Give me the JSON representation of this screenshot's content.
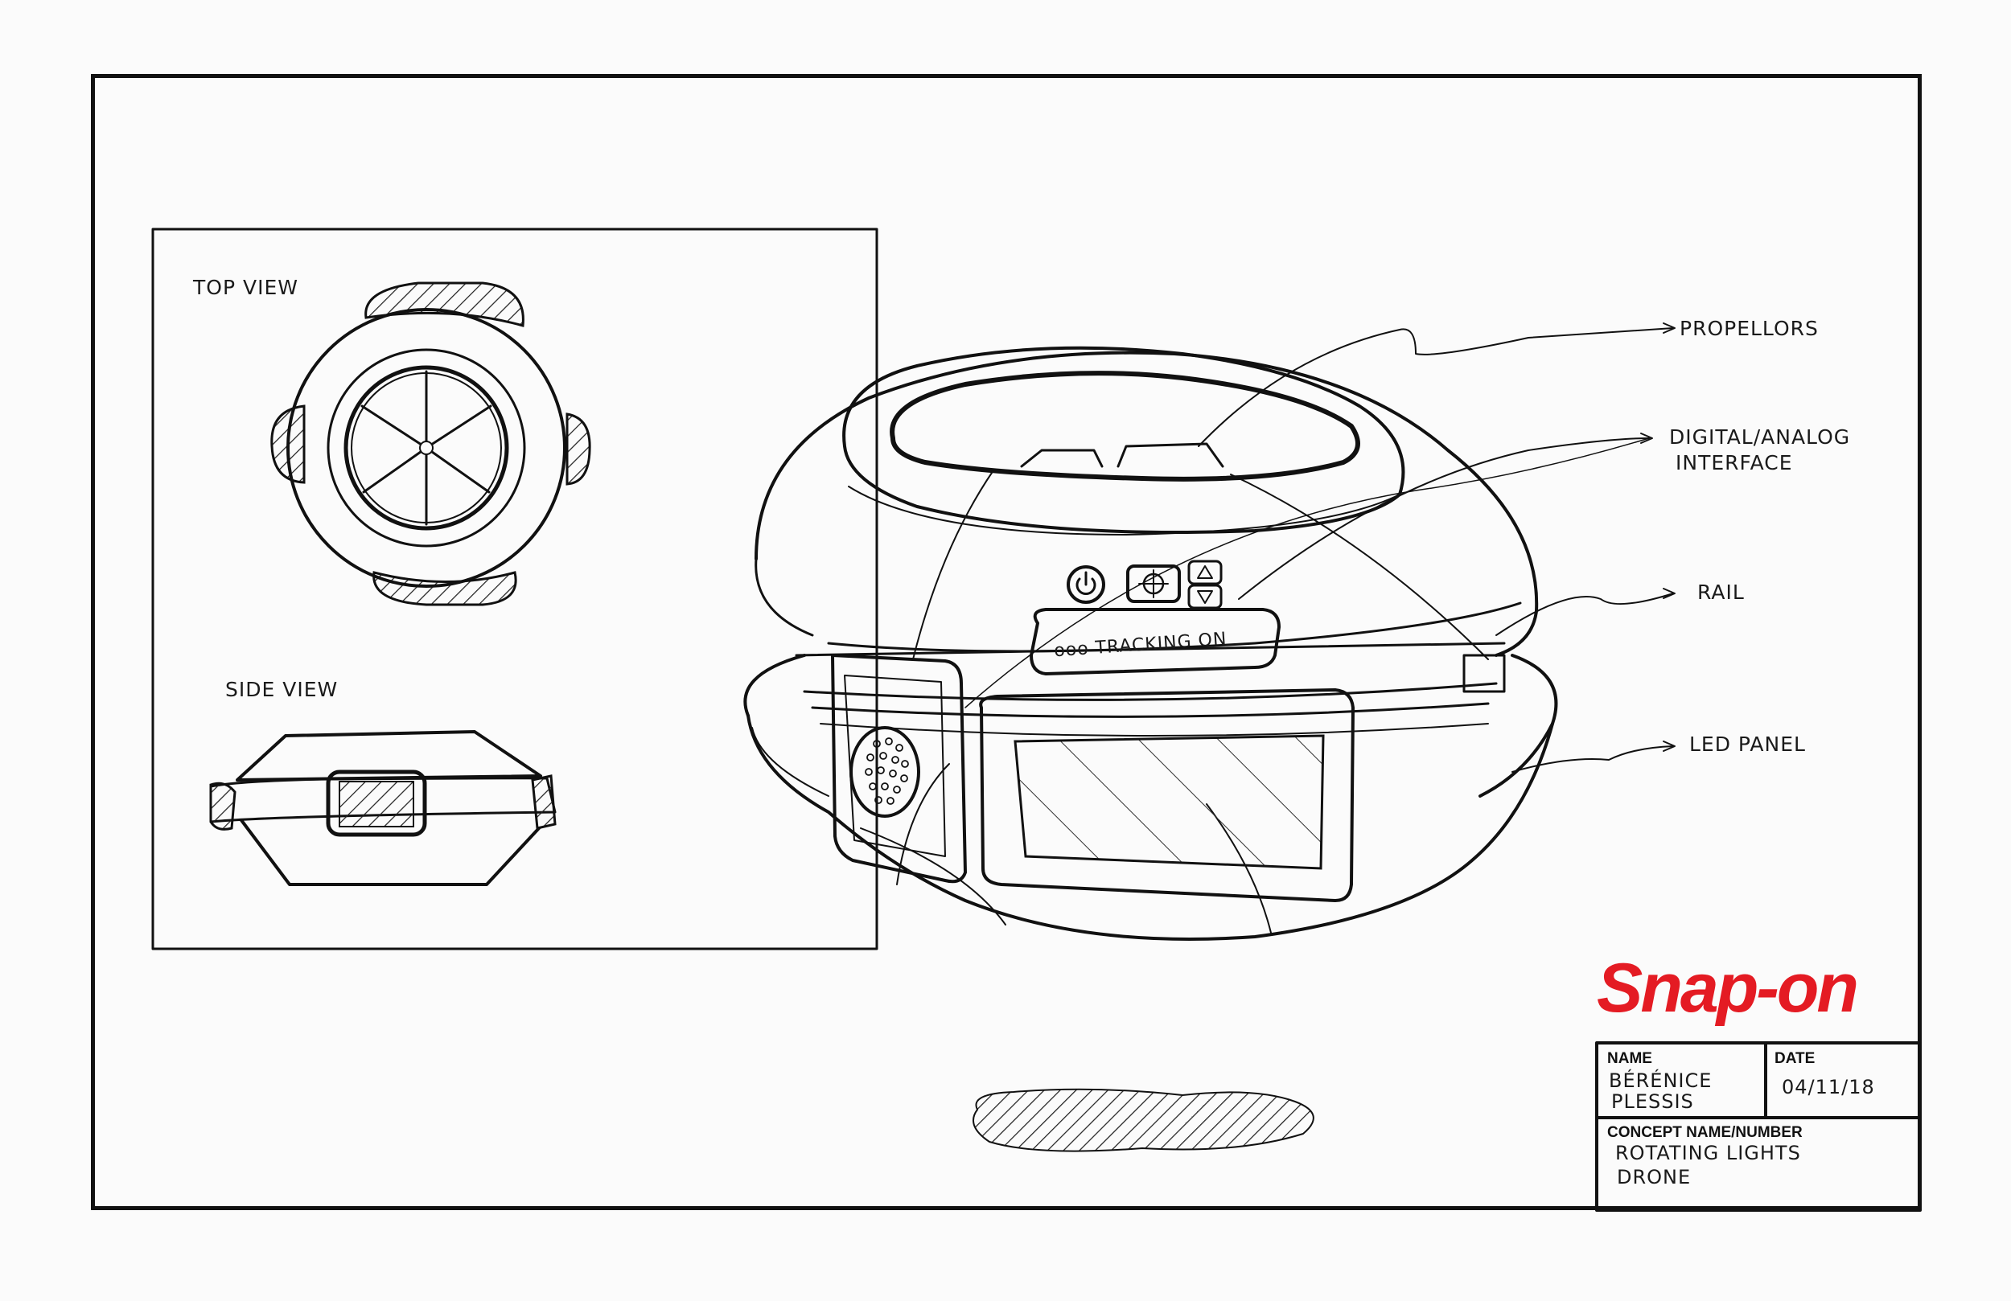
{
  "views": {
    "top_view_label": "TOP VIEW",
    "side_view_label": "SIDE VIEW"
  },
  "callouts": {
    "propellors": "PROPELLORS",
    "interface_line1": "DIGITAL/ANALOG",
    "interface_line2": "INTERFACE",
    "rail": "RAIL",
    "led_panel": "LED PANEL"
  },
  "device_ui": {
    "tracking_text": "ooo TRACKING ON",
    "power_icon": "power-icon",
    "target_icon": "crosshair-icon",
    "arrow_icons": [
      "triangle-up-icon",
      "triangle-down-icon"
    ]
  },
  "logo": {
    "text": "Snap-on",
    "color": "#e41b23"
  },
  "title_block": {
    "name_header": "NAME",
    "name_line1": "BÉRÉNICE",
    "name_line2": "PLESSIS",
    "date_header": "DATE",
    "date_value": "04/11/18",
    "concept_header": "CONCEPT NAME/NUMBER",
    "concept_line1": "ROTATING LIGHTS",
    "concept_line2": "DRONE"
  }
}
